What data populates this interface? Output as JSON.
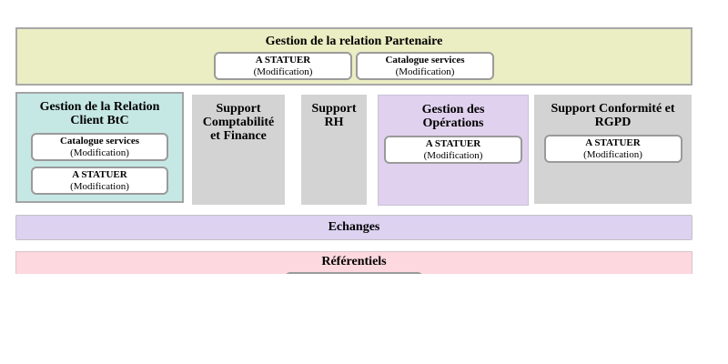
{
  "page": {
    "background": "#ffffff"
  },
  "colors": {
    "partner_band_bg": "#ebedc3",
    "client_btc_block_bg": "#c6e8e5",
    "support_block_bg": "#d3d3d3",
    "operations_block_bg": "#e0d2ee",
    "echanges_band_bg": "#ddd2f0",
    "referentiels_band_bg": "#fdd8de",
    "button_bg": "#ffffff",
    "button_border": "#9a9a9a",
    "text": "#000000"
  },
  "partner_band": {
    "title": "Gestion de la relation Partenaire",
    "buttons": [
      {
        "label": "A STATUER",
        "sublabel": "(Modification)"
      },
      {
        "label": "Catalogue services",
        "sublabel": "(Modification)"
      }
    ]
  },
  "blocks": [
    {
      "title": "Gestion de la Relation Client BtC",
      "buttons": [
        {
          "label": "Catalogue services",
          "sublabel": "(Modification)"
        },
        {
          "label": "A STATUER",
          "sublabel": "(Modification)"
        }
      ]
    },
    {
      "title": "Support Comptabilité et Finance",
      "buttons": []
    },
    {
      "title": "Support RH",
      "buttons": []
    },
    {
      "title": "Gestion des Opérations",
      "buttons": [
        {
          "label": "A STATUER",
          "sublabel": "(Modification)"
        }
      ]
    },
    {
      "title": "Support Conformité et RGPD",
      "buttons": [
        {
          "label": "A STATUER",
          "sublabel": "(Modification)"
        }
      ]
    }
  ],
  "echanges_band": {
    "title": "Echanges"
  },
  "referentiels_band": {
    "title": "Référentiels",
    "partial_button_visible": "true"
  }
}
